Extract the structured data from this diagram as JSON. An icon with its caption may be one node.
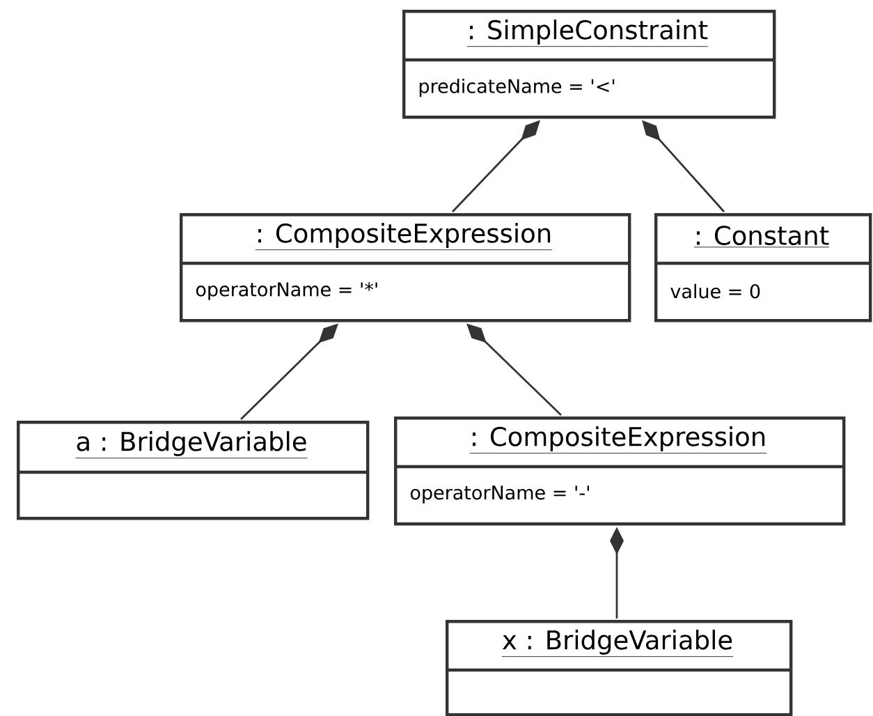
{
  "diagram": {
    "nodes": [
      {
        "text": [
          ": SimpleConstraint",
          "predicateName = '<'"
        ]
      },
      {
        "text": [
          ": CompositeExpression",
          "operatorName = '*'"
        ]
      },
      {
        "text": [
          ": Constant",
          "value = 0"
        ]
      },
      {
        "text": [
          "a : BridgeVariable"
        ]
      },
      {
        "text": [
          ": CompositeExpression",
          "operatorName = '-'"
        ]
      },
      {
        "text": [
          "x : BridgeVariable"
        ]
      }
    ],
    "edges": [
      {
        "from": 0,
        "to": 1,
        "arrow": "other"
      },
      {
        "from": 0,
        "to": 2,
        "arrow": "other"
      },
      {
        "from": 1,
        "to": 3,
        "arrow": "other"
      },
      {
        "from": 1,
        "to": 4,
        "arrow": "other"
      },
      {
        "from": 4,
        "to": 5,
        "arrow": "other"
      }
    ]
  }
}
